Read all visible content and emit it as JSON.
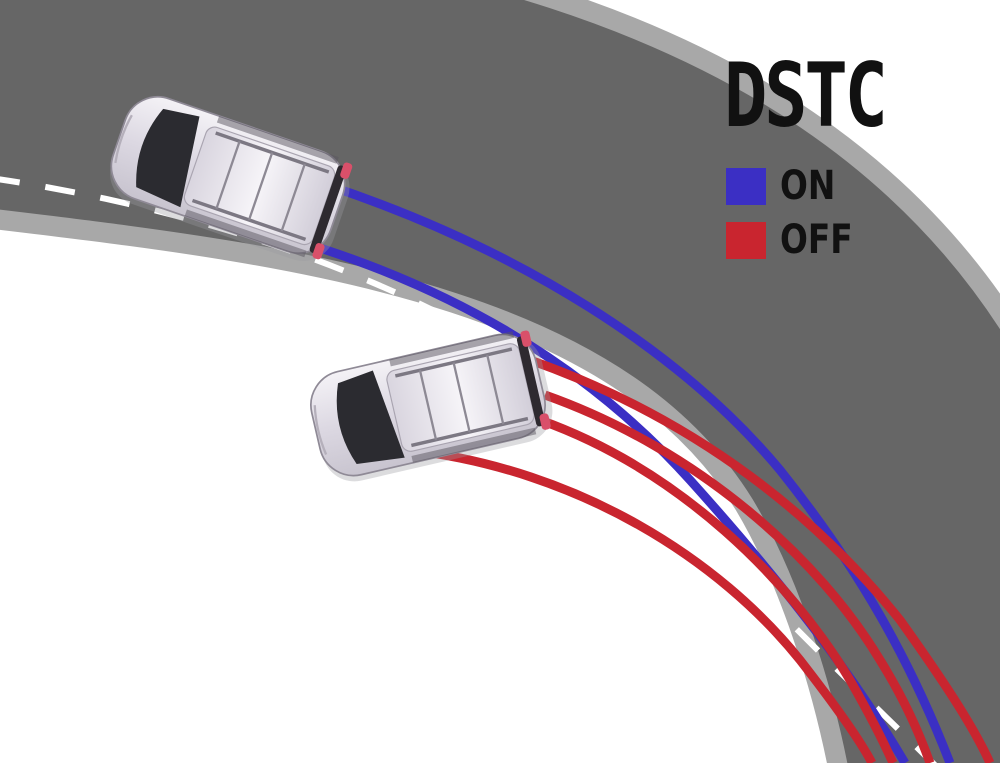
{
  "legend": {
    "title": "DSTC",
    "items": [
      {
        "label": "ON",
        "color": "#3b2fc4"
      },
      {
        "label": "OFF",
        "color": "#c9252f"
      }
    ]
  },
  "colors": {
    "road": "#666666",
    "shoulder": "#a8a8a8",
    "lane_marking": "#ffffff",
    "car_body": "#e6e2ea",
    "background": "#ffffff"
  },
  "icons": [
    "car-top-view-icon"
  ]
}
